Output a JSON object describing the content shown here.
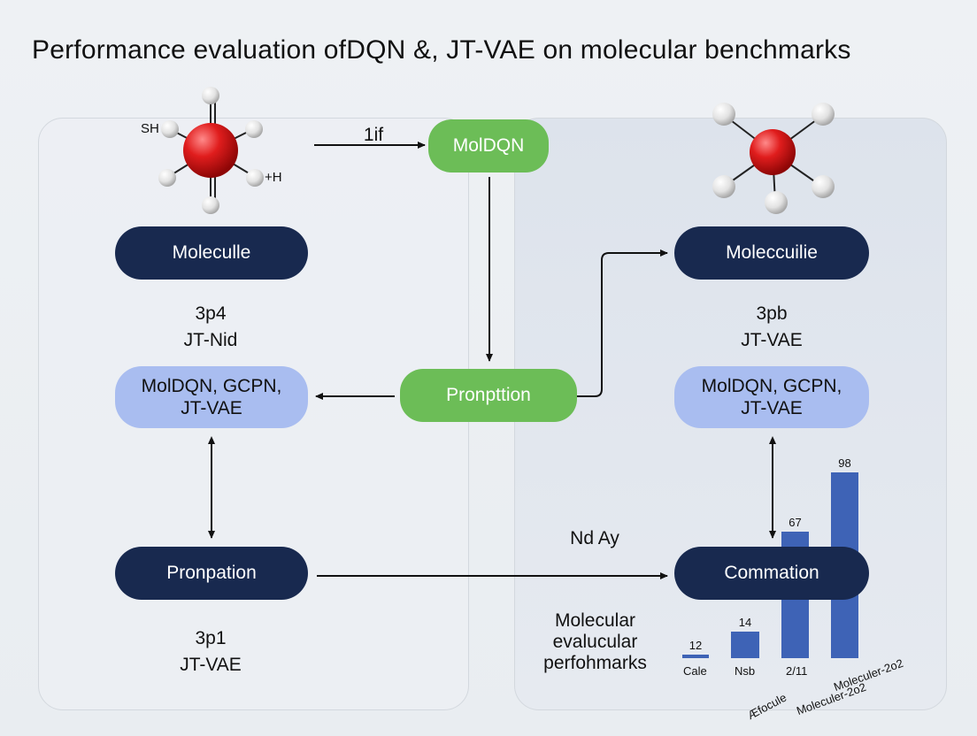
{
  "title": "Performance evaluation ofDQN &, JT-VAE on molecular benchmarks",
  "left_panel": {
    "atom_labels": [
      "SH",
      "+H"
    ],
    "molecule_box": "Moleculle",
    "label_top": [
      "3p4",
      "JT-Nid"
    ],
    "methods_box": [
      "MolDQN, GCPN,",
      "JT-VAE"
    ],
    "propagation_box": "Pronpation",
    "label_bottom": [
      "3p1",
      "JT-VAE"
    ]
  },
  "center": {
    "arrow_label": "1if",
    "top_node": "MolDQN",
    "mid_node": "Pronpttion",
    "bottom_label": "Nd Ay"
  },
  "right_panel": {
    "molecule_box": "Moleccuilie",
    "label_top": [
      "3pb",
      "JT-VAE"
    ],
    "methods_box": [
      "MolDQN, GCPN,",
      "JT-VAE"
    ],
    "combination_box": "Commation",
    "bench_label": [
      "Molecular",
      "evalucular",
      "perfohmarks"
    ]
  },
  "colors": {
    "dark_box": "#18294f",
    "light_box": "#a9bdf0",
    "green_box": "#6cbd57",
    "bar": "#3e63b6",
    "atom_center": "#d41414",
    "atom_outer": "#e6e6e6"
  },
  "chart_data": {
    "type": "bar",
    "categories": [
      "Cale",
      "Nsb",
      "2/11",
      "Moleculer-2o2"
    ],
    "tilted_labels": [
      "Æfocule",
      "Moleculer-2o2"
    ],
    "values": [
      12,
      14,
      67,
      98
    ],
    "value_labels": [
      "12",
      "14",
      "67",
      "98"
    ],
    "ylim": [
      0,
      110
    ],
    "grid": false
  }
}
